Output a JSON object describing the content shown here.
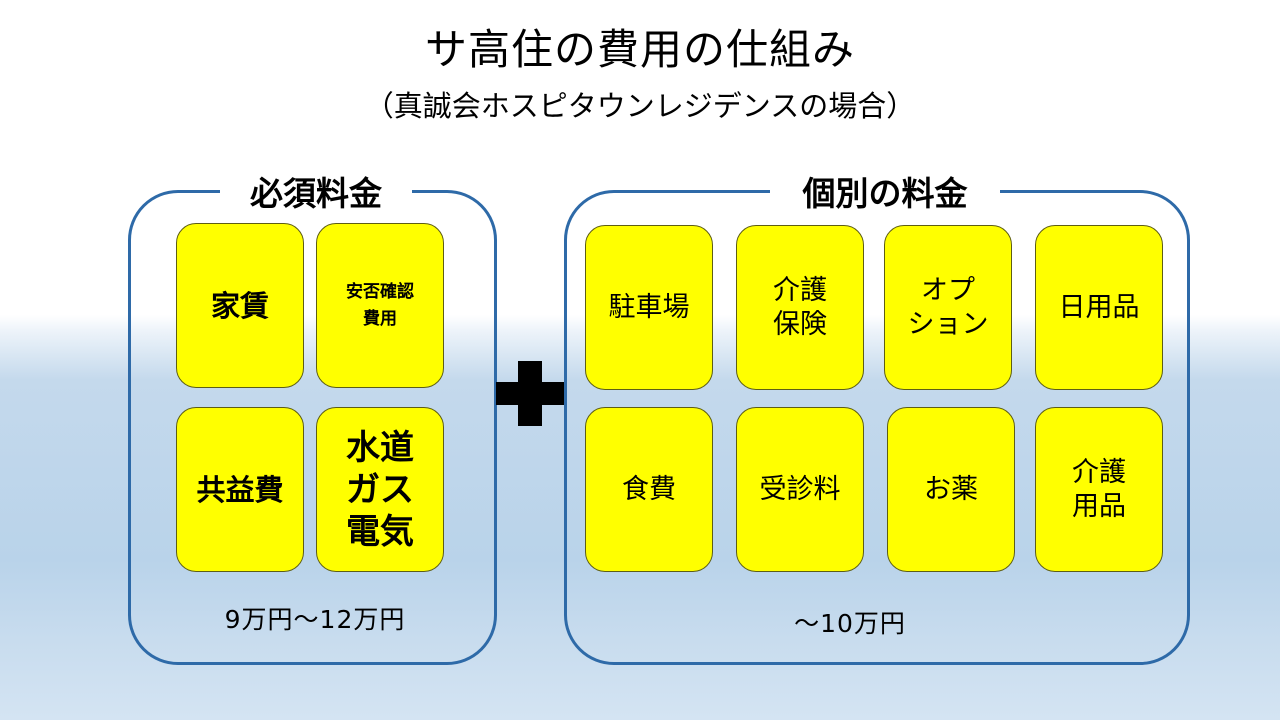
{
  "title": "サ高住の費用の仕組み",
  "subtitle": "（真誠会ホスピタウンレジデンスの場合）",
  "required": {
    "label": "必須料金",
    "items": [
      "家賃",
      "安否確認\n費用",
      "共益費",
      "水道\nガス\n電気"
    ],
    "total": "9万円～12万円"
  },
  "individual": {
    "label": "個別の料金",
    "items": [
      "駐車場",
      "介護\n保険",
      "オプ\nション",
      "日用品",
      "食費",
      "受診料",
      "お薬",
      "介護\n用品"
    ],
    "total": "～10万円"
  },
  "colors": {
    "tile": "#ffff00",
    "frame": "#2e6aa8",
    "plus": "#000000"
  },
  "icons": {
    "plus": "plus-icon"
  }
}
